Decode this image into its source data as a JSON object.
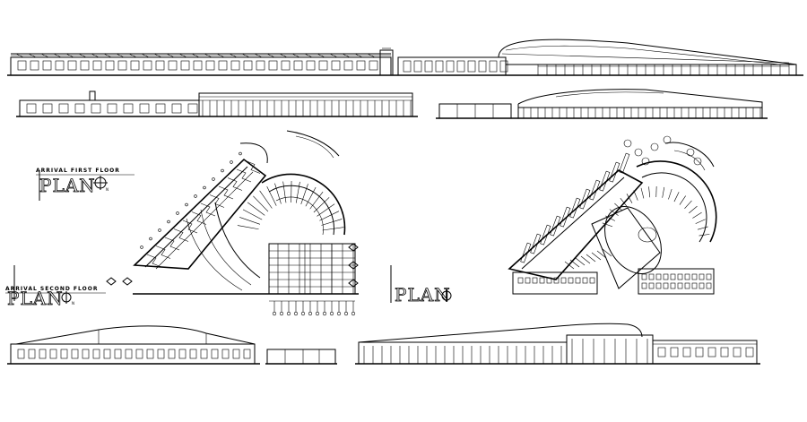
{
  "drawing": {
    "plans": [
      {
        "id": "first-floor",
        "caption": "ARRIVAL FIRST FLOOR",
        "title": "PLAN",
        "north_mark": "N"
      },
      {
        "id": "second-floor",
        "caption": "ARRIVAL SECOND FLOOR",
        "title": "PLAN",
        "north_mark": "N"
      }
    ],
    "colors": {
      "line": "#000000",
      "background": "#ffffff"
    }
  }
}
